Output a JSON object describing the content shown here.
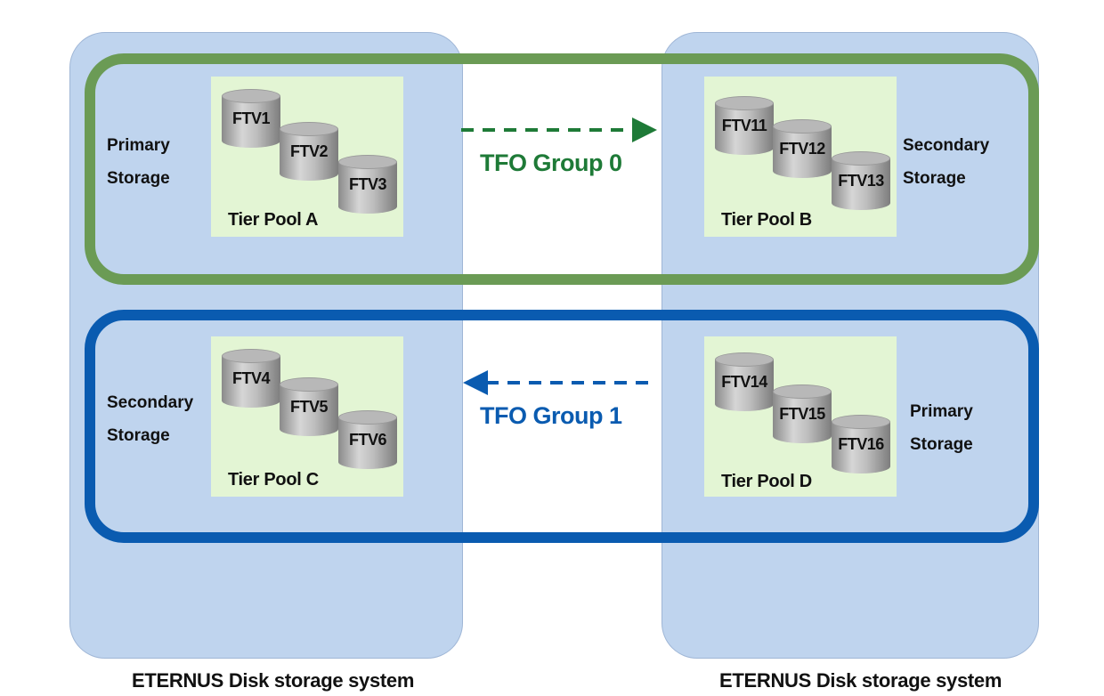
{
  "systems": {
    "left_label": "ETERNUS Disk storage system",
    "right_label": "ETERNUS Disk storage system"
  },
  "groups": {
    "group0": {
      "label": "TFO Group 0",
      "color": "#1e7a37",
      "border_color": "#6b9b55",
      "arrow_direction": "right"
    },
    "group1": {
      "label": "TFO Group 1",
      "color": "#0a5bb0",
      "border_color": "#0a5bb0",
      "arrow_direction": "left"
    }
  },
  "roles": {
    "group0_left": [
      "Primary",
      "Storage"
    ],
    "group0_right": [
      "Secondary",
      "Storage"
    ],
    "group1_left": [
      "Secondary",
      "Storage"
    ],
    "group1_right": [
      "Primary",
      "Storage"
    ]
  },
  "pools": {
    "a": {
      "label": "Tier Pool A",
      "volumes": [
        "FTV1",
        "FTV2",
        "FTV3"
      ]
    },
    "b": {
      "label": "Tier Pool B",
      "volumes": [
        "FTV11",
        "FTV12",
        "FTV13"
      ]
    },
    "c": {
      "label": "Tier Pool C",
      "volumes": [
        "FTV4",
        "FTV5",
        "FTV6"
      ]
    },
    "d": {
      "label": "Tier Pool D",
      "volumes": [
        "FTV14",
        "FTV15",
        "FTV16"
      ]
    }
  },
  "colors": {
    "system_bg": "#bfd4ee",
    "pool_bg": "#e3f5d4"
  }
}
